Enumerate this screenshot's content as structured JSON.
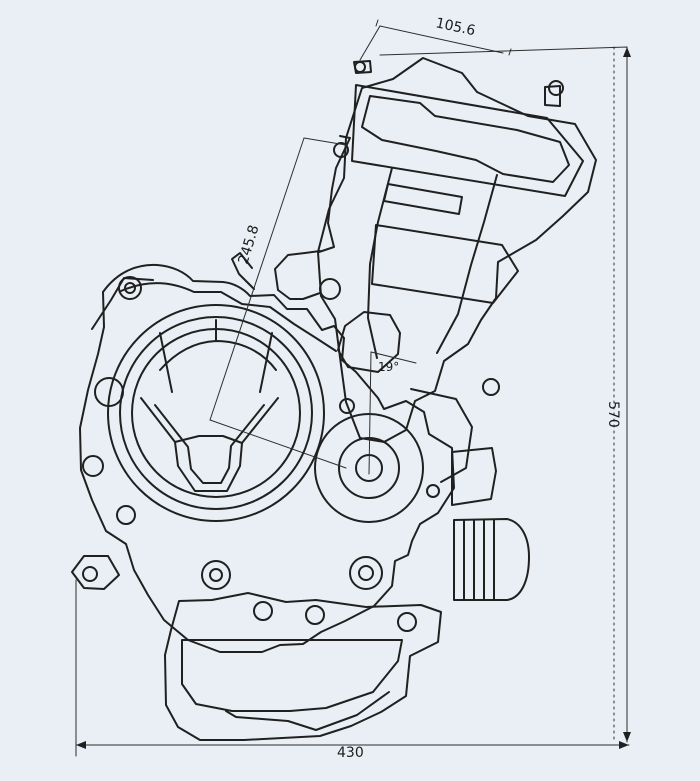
{
  "diagram": {
    "background": "#e9eff4",
    "line_color": "#202020",
    "dimensions": {
      "top_width": "105.6",
      "diag_length": "245.8",
      "height": "570",
      "width": "430",
      "angle": "19°"
    }
  }
}
